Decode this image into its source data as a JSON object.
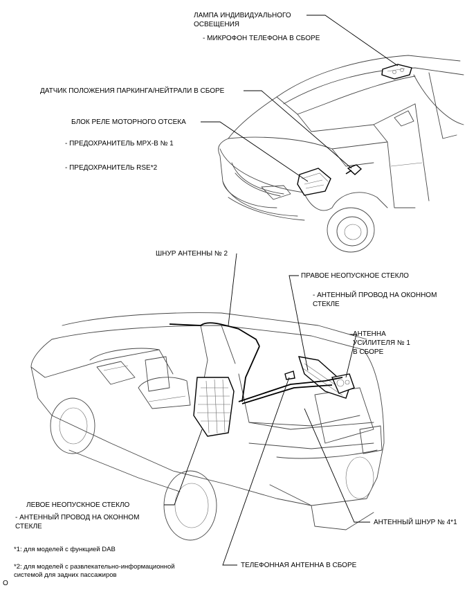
{
  "labels": {
    "lamp": "ЛАМПА ИНДИВИДУАЛЬНОГО\nОСВЕЩЕНИЯ",
    "lamp_sub": "- МИКРОФОН ТЕЛЕФОНА В СБОРЕ",
    "park_sensor": "ДАТЧИК ПОЛОЖЕНИЯ ПАРКИНГА/НЕЙТРАЛИ В СБОРЕ",
    "relay_block": "БЛОК РЕЛЕ МОТОРНОГО ОТСЕКА",
    "fuse_mpx": "- ПРЕДОХРАНИТЕЛЬ MPX-B № 1",
    "fuse_rse": "- ПРЕДОХРАНИТЕЛЬ RSE*2",
    "antenna_cord2": "ШНУР АНТЕННЫ № 2",
    "right_glass": "ПРАВОЕ НЕОПУСКНОЕ СТЕКЛО",
    "right_glass_sub": "- АНТЕННЫЙ ПРОВОД НА ОКОННОМ\nСТЕКЛЕ",
    "amp_antenna": "АНТЕННА\nУСИЛИТЕЛЯ № 1\nВ СБОРЕ",
    "left_glass": "ЛЕВОЕ НЕОПУСКНОЕ СТЕКЛО",
    "left_glass_sub": "- АНТЕННЫЙ ПРОВОД НА ОКОННОМ\nСТЕКЛЕ",
    "antenna_cord4": "АНТЕННЫЙ ШНУР № 4*1",
    "phone_antenna": "ТЕЛЕФОННАЯ АНТЕННА В СБОРЕ"
  },
  "notes": {
    "note1": "*1: для моделей с функцией DAB",
    "note2": "*2: для моделей с развлекательно-информационной\nсистемой для задних пассажиров"
  },
  "corner_mark": "O"
}
